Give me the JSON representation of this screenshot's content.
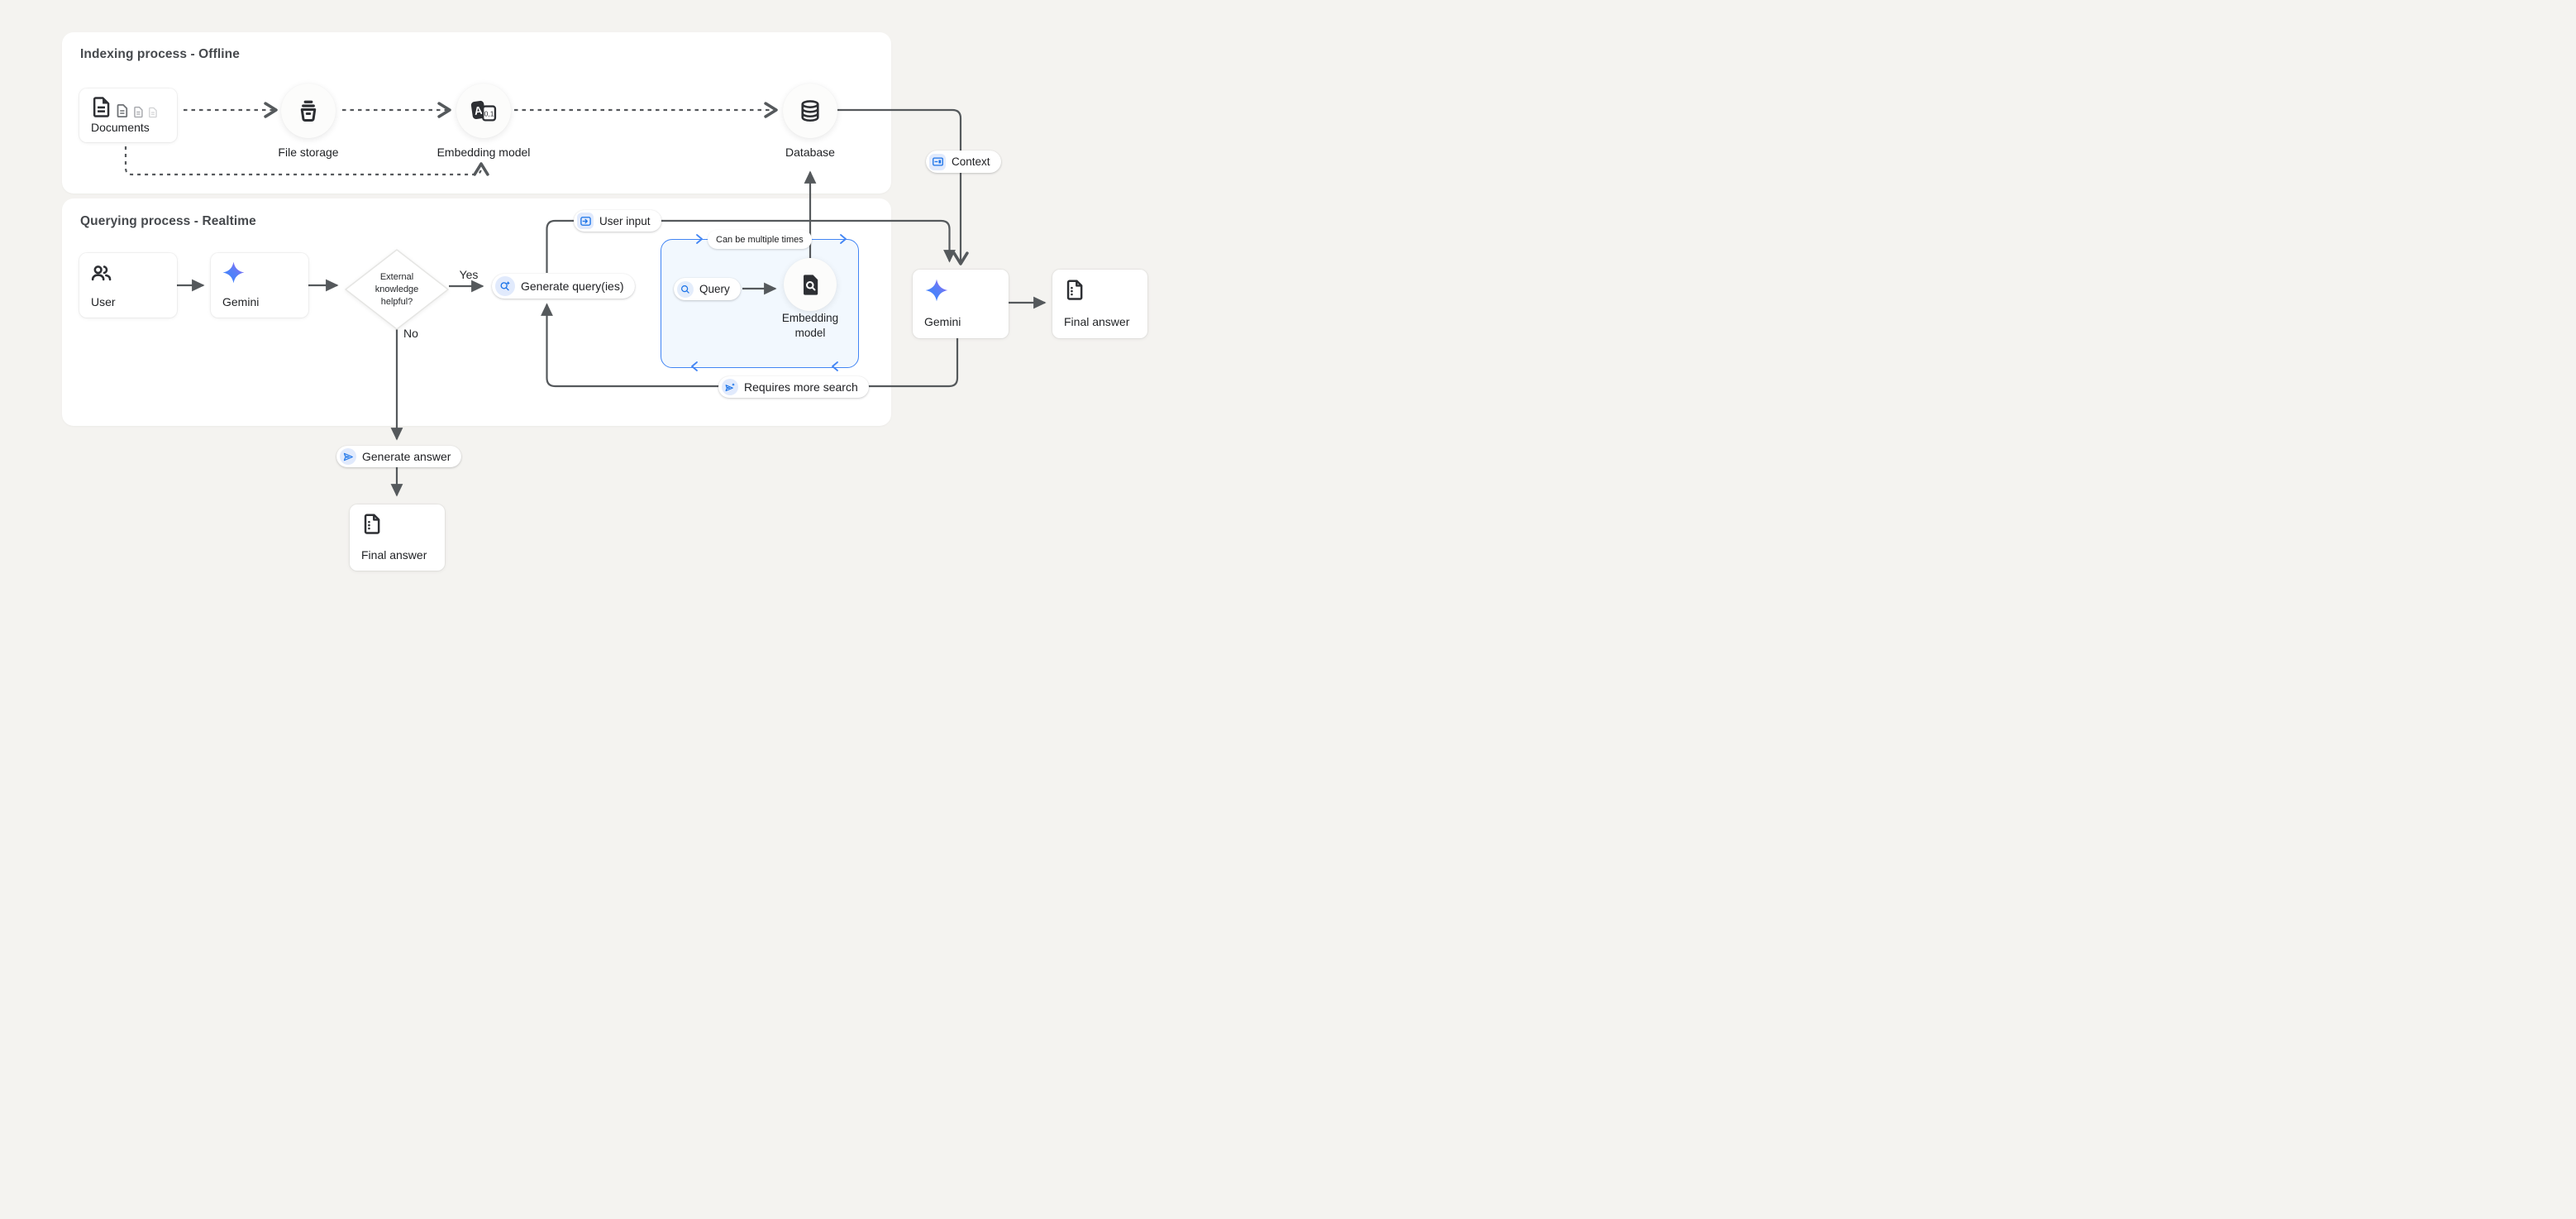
{
  "titles": {
    "indexing": "Indexing process - Offline",
    "querying": "Querying process - Realtime"
  },
  "nodes": {
    "documents": "Documents",
    "file_storage": "File storage",
    "embedding_offline": "Embedding model",
    "database": "Database",
    "user": "User",
    "gemini_main": "Gemini",
    "query": "Query",
    "embedding_online_l1": "Embedding",
    "embedding_online_l2": "model",
    "gemini_final": "Gemini",
    "final_answer_right": "Final answer",
    "final_answer_bottom": "Final answer"
  },
  "decision": {
    "l1": "External",
    "l2": "knowledge",
    "l3": "helpful?",
    "yes": "Yes",
    "no": "No"
  },
  "pills": {
    "user_input": "User input",
    "context": "Context",
    "generate_queries": "Generate query(ies)",
    "generate_answer": "Generate answer",
    "requires_more_search": "Requires more search",
    "can_be_multiple_times": "Can be multiple times"
  },
  "icons": {
    "translate_letter": "A",
    "translate_digits": "0,1"
  },
  "colors": {
    "accent_blue": "#1a73e8",
    "loop_border_blue": "#4285f4",
    "connector_gray": "#55595c",
    "page_bg": "#f4f3f0",
    "panel_bg": "#ffffff",
    "icon_dark": "#2d2f33",
    "chip_bg": "#e1eafc",
    "gemini_gradient_start": "#3186ff",
    "gemini_gradient_end": "#a661f1"
  }
}
